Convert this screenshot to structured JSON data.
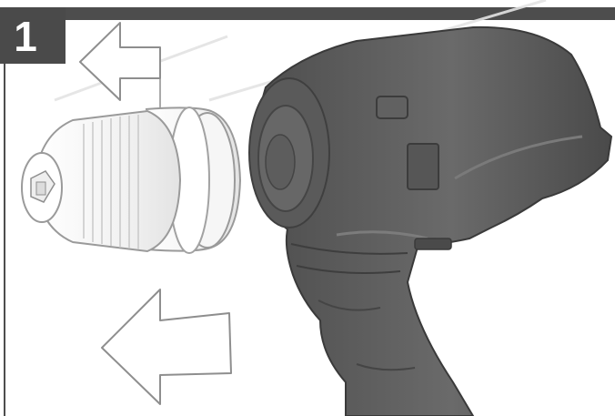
{
  "figure": {
    "step_number": "1",
    "colors": {
      "header_bar": "#4d4d4d",
      "drill_body": "#5e5e5e",
      "chuck_outline": "#9a9a9a",
      "arrow_outline": "#8e8e8e"
    },
    "elements": {
      "arrow_top": "arrow-left-icon",
      "arrow_bottom": "arrow-left-icon",
      "chuck": "drill-chuck-illustration",
      "drill": "drill-body-illustration"
    }
  }
}
